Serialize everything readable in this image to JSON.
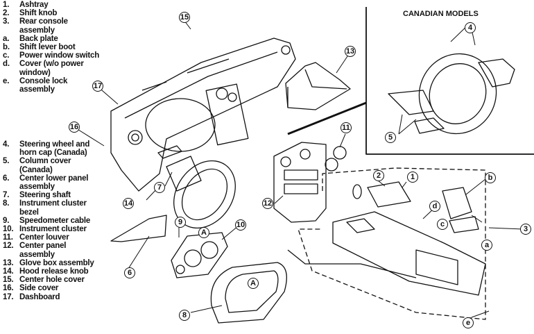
{
  "legend_top": [
    {
      "key": "1.",
      "text": "Ashtray"
    },
    {
      "key": "2.",
      "text": "Shift knob"
    },
    {
      "key": "3.",
      "text": "Rear console\nassembly"
    },
    {
      "key": "a.",
      "text": "Back plate"
    },
    {
      "key": "b.",
      "text": "Shift lever boot"
    },
    {
      "key": "c.",
      "text": "Power window switch"
    },
    {
      "key": "d.",
      "text": "Cover (w/o power\nwindow)"
    },
    {
      "key": "e.",
      "text": "Console lock\nassembly"
    }
  ],
  "legend_bottom": [
    {
      "key": "4.",
      "text": "Steering wheel and\nhorn cap (Canada)"
    },
    {
      "key": "5.",
      "text": "Column cover\n(Canada)"
    },
    {
      "key": "6.",
      "text": "Center lower panel\nassembly"
    },
    {
      "key": "7.",
      "text": "Steering shaft"
    },
    {
      "key": "8.",
      "text": "Instrument cluster\nbezel"
    },
    {
      "key": "9.",
      "text": "Speedometer cable"
    },
    {
      "key": "10.",
      "text": "Instrument cluster"
    },
    {
      "key": "11.",
      "text": "Center louver"
    },
    {
      "key": "12.",
      "text": "Center panel\nassembly"
    },
    {
      "key": "13.",
      "text": "Glove box assembly"
    },
    {
      "key": "14.",
      "text": "Hood release knob"
    },
    {
      "key": "15.",
      "text": "Center hole cover"
    },
    {
      "key": "16.",
      "text": "Side cover"
    },
    {
      "key": "17.",
      "text": "Dashboard"
    }
  ],
  "inset": {
    "title": "CANADIAN MODELS"
  },
  "callouts": {
    "c1": "1",
    "c2": "2",
    "c3": "3",
    "c4": "4",
    "c5": "5",
    "c6": "6",
    "c7": "7",
    "c8": "8",
    "c9": "9",
    "c10": "10",
    "c11": "11",
    "c12": "12",
    "c13": "13",
    "c14": "14",
    "c15": "15",
    "c16": "16",
    "c17": "17",
    "ca": "a",
    "cb": "b",
    "cc": "c",
    "cd": "d",
    "ce": "e",
    "cA1": "A",
    "cA2": "A"
  }
}
